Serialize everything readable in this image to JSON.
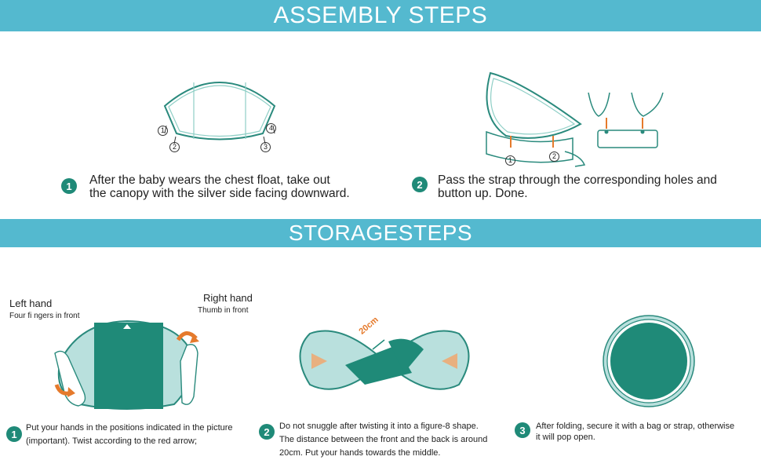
{
  "assembly": {
    "title": "ASSEMBLY STEPS",
    "steps": [
      {
        "number": "1",
        "text_line1": "After the baby wears the chest float, take out",
        "text_line2": "the canopy with the silver side facing downward."
      },
      {
        "number": "2",
        "text_line1": "Pass the strap through the corresponding holes and",
        "text_line2": "button up. Done."
      }
    ],
    "diagram1_markers": [
      "1",
      "2",
      "3",
      "4"
    ],
    "diagram2_markers": [
      "1",
      "2"
    ]
  },
  "storage": {
    "title": "STORAGESTEPS",
    "left_hand": {
      "title": "Left hand",
      "sub": "Four fi ngers in front"
    },
    "right_hand": {
      "title": "Right hand",
      "sub": "Thumb in front"
    },
    "distance_label": "20cm",
    "steps": [
      {
        "number": "1",
        "text_line1": "Put your hands in the positions indicated in the picture",
        "text_line2": "(important). Twist according to the red arrow;"
      },
      {
        "number": "2",
        "text_line1": "Do not snuggle after twisting it into a figure-8 shape.",
        "text_line2": "The distance between the front and the back is around",
        "text_line3": "20cm. Put your hands towards the middle."
      },
      {
        "number": "3",
        "text_line1": "After folding, secure it with a bag or strap, otherwise",
        "text_line2": "it will pop open."
      }
    ]
  },
  "colors": {
    "banner": "#54b9cf",
    "teal": "#1f8a78",
    "light_teal": "#b9e0dd",
    "arrow": "#e57a2c"
  }
}
